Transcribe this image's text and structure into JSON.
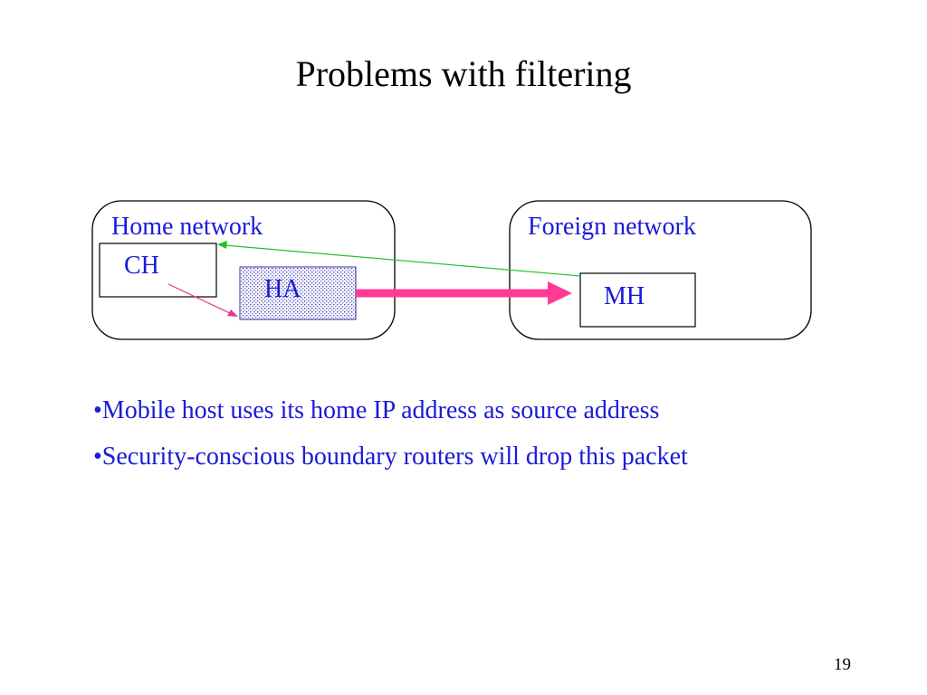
{
  "slide": {
    "title": "Problems with filtering",
    "page_number": "19"
  },
  "diagram": {
    "home_network_label": "Home network",
    "foreign_network_label": "Foreign network",
    "nodes": {
      "ch": "CH",
      "ha": "HA",
      "mh": "MH"
    },
    "colors": {
      "network_label": "#1a1ad8",
      "node_label": "#1a1ad8",
      "ha_fill": "#dcdcf4",
      "tunnel_arrow": "#ff3b95",
      "ch_to_ha_arrow": "#e8348a",
      "mh_to_ch_arrow": "#22c12a"
    }
  },
  "bullets": {
    "color": "#1a1ad8",
    "items": [
      "•Mobile host uses its home IP address as source address",
      "•Security-conscious boundary routers will drop this packet"
    ]
  }
}
